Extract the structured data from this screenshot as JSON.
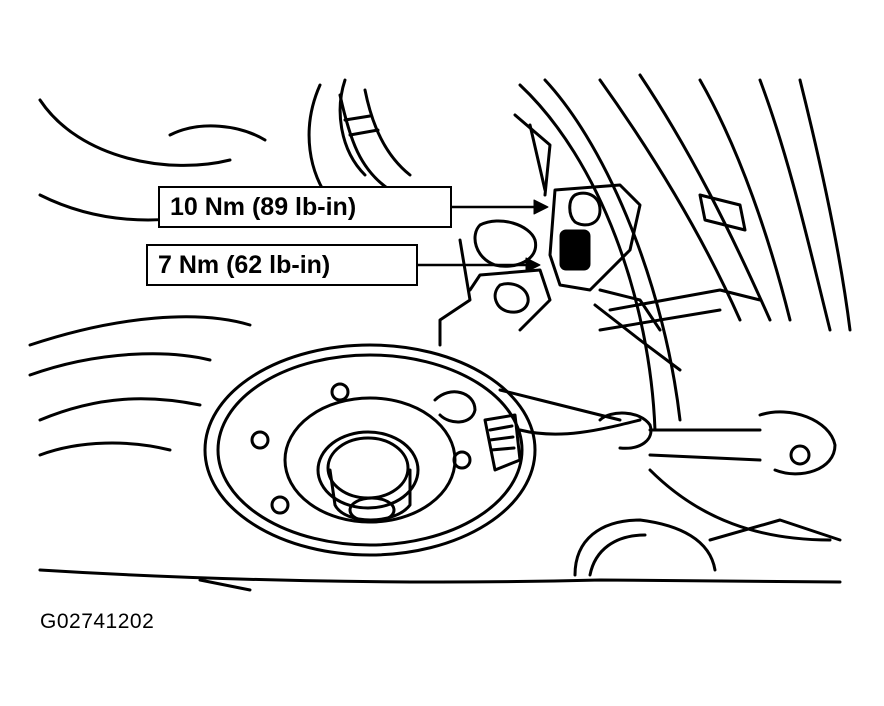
{
  "callouts": [
    {
      "label": "10 Nm (89 lb-in)"
    },
    {
      "label": "7 Nm (62 lb-in)"
    }
  ],
  "figure_id": "G02741202",
  "colors": {
    "ink": "#000000",
    "paper": "#ffffff"
  }
}
